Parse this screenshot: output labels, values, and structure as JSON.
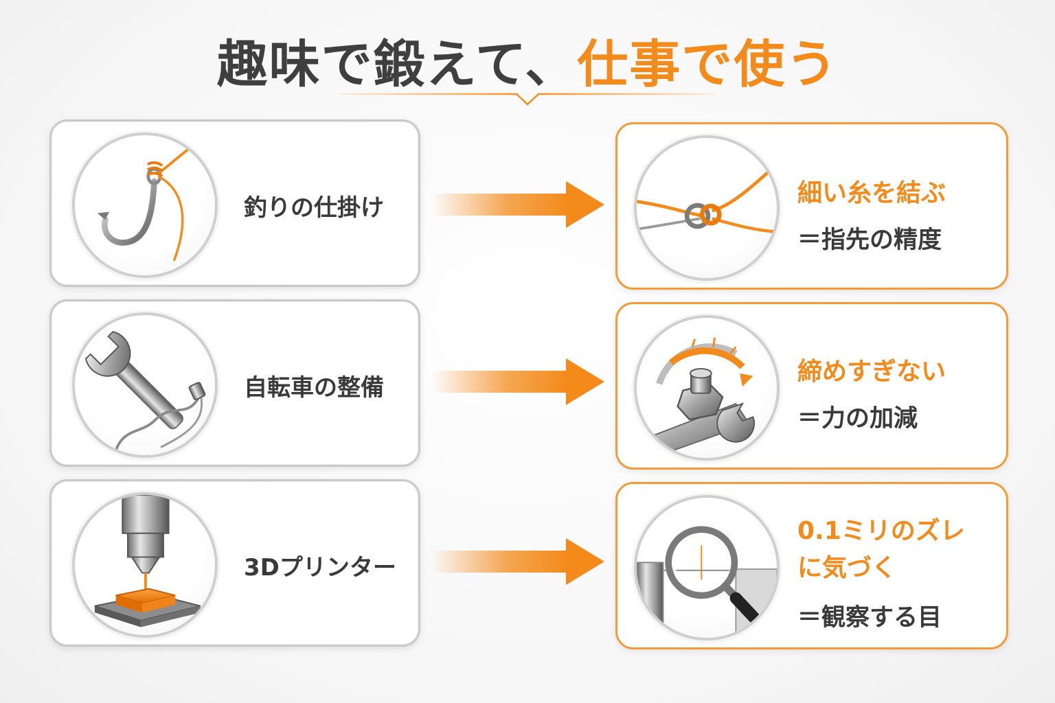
{
  "title": {
    "part1": "趣味で鍛えて、",
    "part2": "仕事で使う"
  },
  "colors": {
    "accent": "#f38a1a",
    "text": "#3a3a3a",
    "card_border": "#c9c9c9"
  },
  "rows": [
    {
      "hobby": {
        "label": "釣りの仕掛け",
        "icon": "fishing-hook-icon"
      },
      "work": {
        "head": "細い糸を結ぶ",
        "sub": "＝指先の精度",
        "icon": "knot-icon"
      }
    },
    {
      "hobby": {
        "label": "自転車の整備",
        "icon": "wrench-cable-icon"
      },
      "work": {
        "head": "締めすぎない",
        "sub": "＝力の加減",
        "icon": "torque-bolt-icon"
      }
    },
    {
      "hobby": {
        "label": "3Dプリンター",
        "icon": "3d-printer-icon"
      },
      "work": {
        "head_line1": "0.1ミリのズレ",
        "head_line2": "に気づく",
        "sub": "＝観察する目",
        "icon": "magnifier-icon"
      }
    }
  ]
}
